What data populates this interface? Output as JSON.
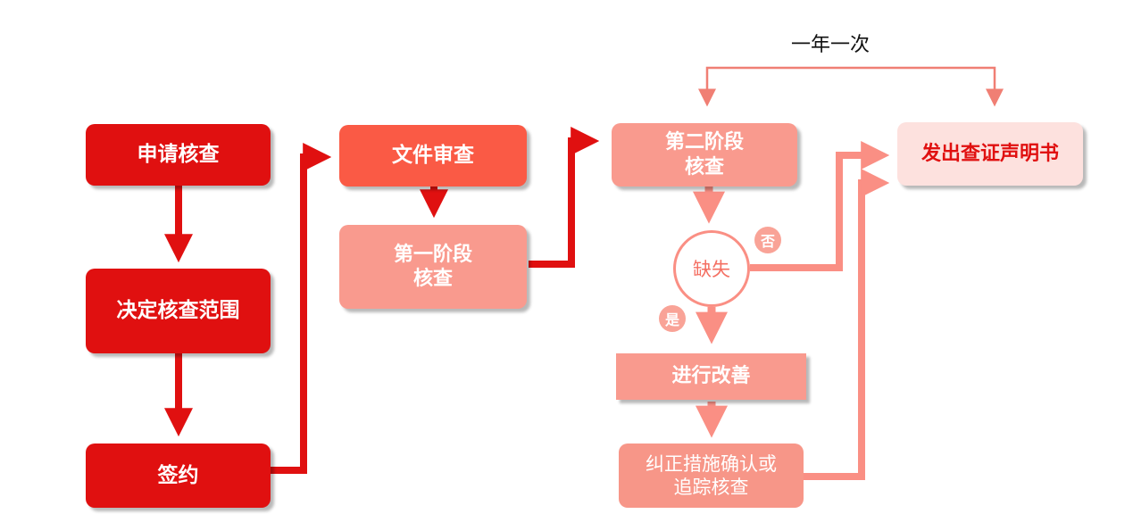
{
  "annual_label": "一年一次",
  "steps": {
    "apply": "申请核查",
    "scope": "决定核查范围",
    "sign": "签约",
    "doc_review": "文件审查",
    "stage1": "第一阶段\n核查",
    "stage2": "第二阶段\n核查",
    "issue": "发出查证声明书",
    "gap": "缺失",
    "improve": "进行改善",
    "verify": "纠正措施确认或\n追踪核查"
  },
  "branches": {
    "no": "否",
    "yes": "是"
  },
  "colors": {
    "dark_red": "#e01010",
    "mid_red": "#fa5a45",
    "light_red": "#f99a8e",
    "pale_red": "#fde1de",
    "arrow_light": "#f98d80"
  }
}
